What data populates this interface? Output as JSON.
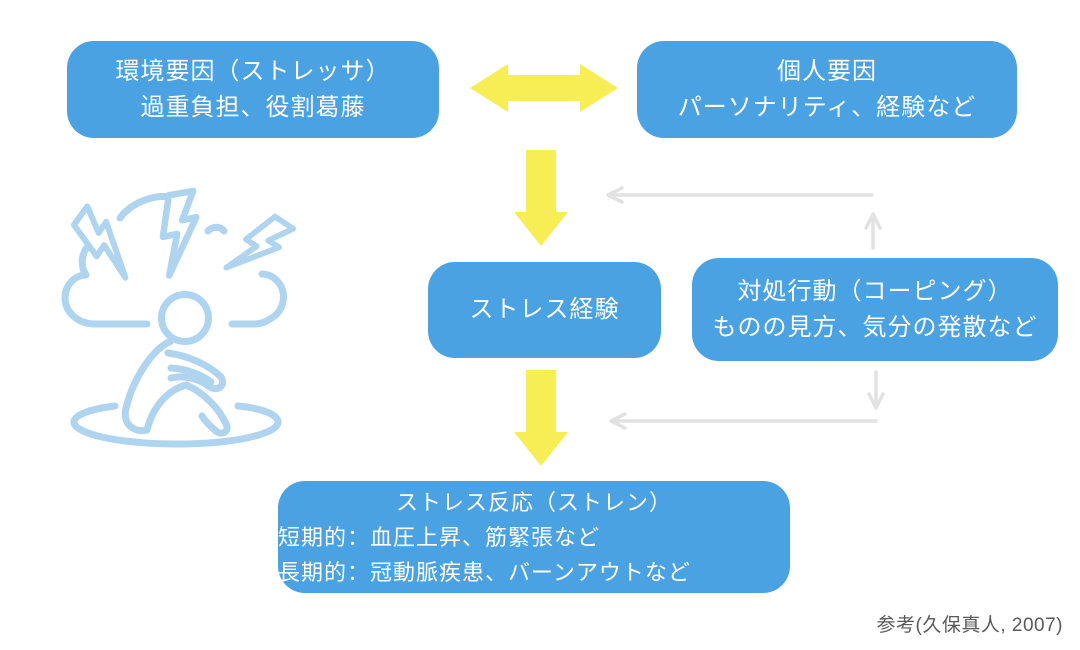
{
  "diagram": {
    "title_implicit": "",
    "boxes": {
      "environment": {
        "line1": "環境要因（ストレッサ）",
        "line2": "過重負担、役割葛藤"
      },
      "personal": {
        "line1": "個人要因",
        "line2": "パーソナリティ、経験など"
      },
      "experience": {
        "line1": "ストレス経験"
      },
      "coping": {
        "line1": "対処行動（コーピング）",
        "line2": "ものの見方、気分の発散など"
      },
      "strain": {
        "line1": "ストレス反応（ストレン）",
        "line2": "短期的：血圧上昇、筋緊張など",
        "line3": "長期的：冠動脈疾患、バーンアウトなど"
      }
    },
    "reference": "参考(久保真人, 2007)",
    "arrows": {
      "environment_personal": "bidirectional-yellow",
      "top_to_experience": "down-yellow",
      "experience_to_strain": "down-yellow",
      "coping_feedback_top": "gray-left-and-up",
      "coping_feedback_bottom": "gray-down-and-left"
    },
    "colors": {
      "box_blue": "#4AA2E3",
      "arrow_yellow": "#F7EE55",
      "arrow_gray": "#E2E2E2",
      "illustration_blue": "#AED4F0",
      "box_text": "#FFFFFF",
      "reference_text": "#595959",
      "background": "#FFFFFF"
    }
  }
}
